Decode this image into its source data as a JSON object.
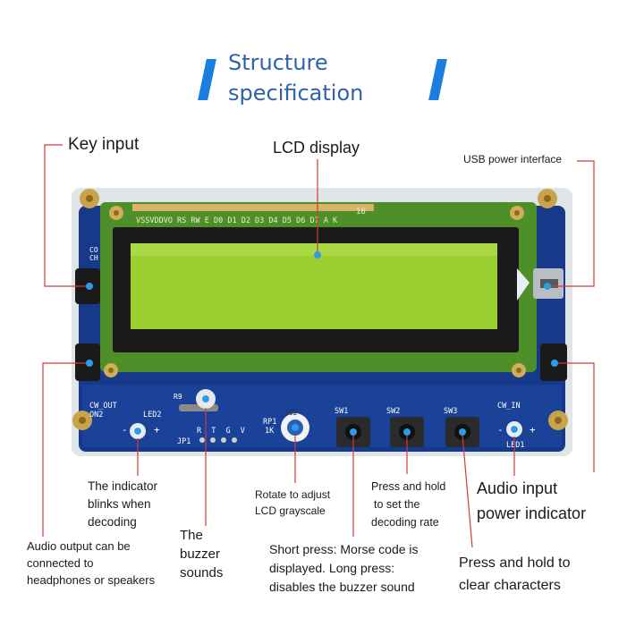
{
  "header": {
    "title_line1": "Structure",
    "title_line2": "specification",
    "accent_color": "#1a7de0",
    "title_color": "#2f63a8"
  },
  "callouts": {
    "key_input": "Key input",
    "lcd_display": "LCD display",
    "usb_power": "USB power interface",
    "indicator_line1": "The indicator",
    "indicator_line2": "blinks when",
    "indicator_line3": "decoding",
    "audio_output_line1": "Audio output can be",
    "audio_output_line2": "connected to",
    "audio_output_line3": "headphones or speakers",
    "buzzer_line1": "The",
    "buzzer_line2": "buzzer",
    "buzzer_line3": "sounds",
    "rotate_line1": "Rotate to adjust",
    "rotate_line2": "LCD grayscale",
    "short_press_line1": "Short press: Morse code is",
    "short_press_line2": "displayed. Long press:",
    "short_press_line3": "disables the buzzer sound",
    "press_hold_rate_line1": "Press and hold",
    "press_hold_rate_line2": "to set the",
    "press_hold_rate_line3": "decoding rate",
    "audio_input_line1": "Audio input",
    "audio_input_line2": "power indicator",
    "clear_line1": "Press and hold to",
    "clear_line2": "clear characters"
  },
  "board": {
    "lcd_pin_labels": "VSSVDDVO RS RW E  D0 D1 D2 D3 D4 D5 D6 D7  A  K",
    "lcd_pin_count": "16",
    "cw_out_label": "CW_OUT",
    "on2_label": "ON2",
    "led2_label": "LED2",
    "cw_in_label": "CW_IN",
    "led1_label": "LED1",
    "sw1_label": "SW1",
    "sw2_label": "SW2",
    "sw3_label": "SW3",
    "rp1_label": "RP1",
    "rp1_value": "1K",
    "pot_marking": "102",
    "jp1_label": "JP1",
    "jp1_pins": "R T G V",
    "co_label": "CO",
    "ch_label": "CH",
    "r9_label": "R9",
    "minus_sign": "-",
    "plus_sign": "+",
    "pcb_color": "#16398a",
    "lcd_color": "#9bcf2f"
  }
}
